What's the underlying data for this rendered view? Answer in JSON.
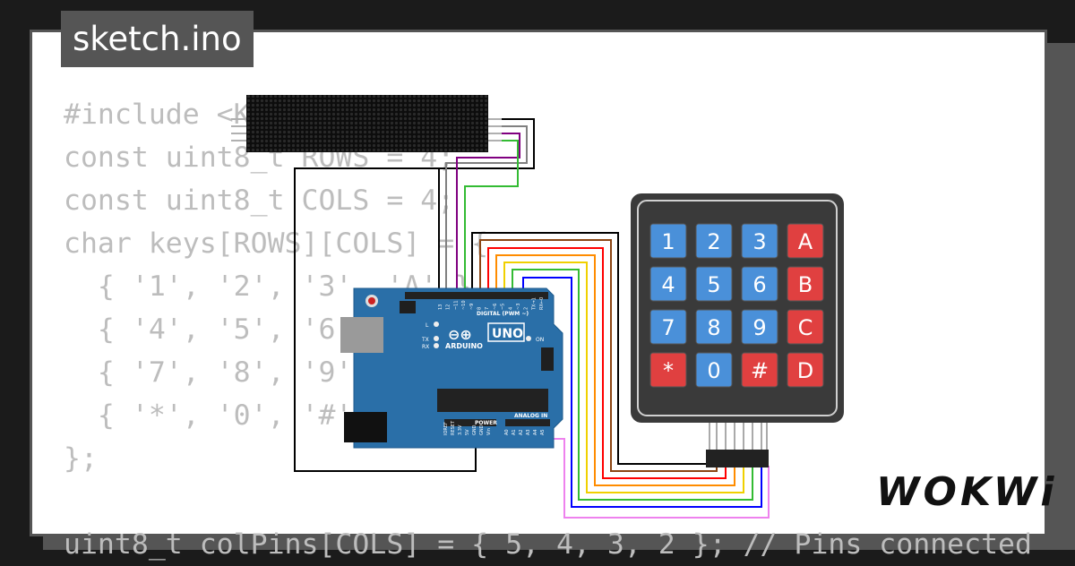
{
  "title": "sketch.ino",
  "code_lines": [
    "#include <Keypad.h>",
    "const uint8_t ROWS = 4;",
    "const uint8_t COLS = 4;",
    "char keys[ROWS][COLS] = {",
    "  { '1', '2', '3', 'A' },",
    "  { '4', '5', '6', 'B' },",
    "  { '7', '8', '9', 'C' },",
    "  { '*', '0', '#', 'D' }",
    "};",
    "",
    "uint8_t colPins[COLS] = { 5, 4, 3, 2 }; // Pins connected"
  ],
  "arduino": {
    "brand": "ARDUINO",
    "model": "UNO",
    "labels": {
      "digital": "DIGITAL (PWM ~)",
      "analog": "ANALOG IN",
      "power": "POWER",
      "on": "ON",
      "tx": "TX",
      "rx": "RX",
      "l": "L",
      "aref": "AREF",
      "gnd": "GND"
    },
    "digital_pins": [
      "13",
      "12",
      "~11",
      "~10",
      "~9",
      "8",
      "7",
      "~6",
      "~5",
      "4",
      "~3",
      "2",
      "TX→1",
      "RX←0"
    ],
    "power_pins": [
      "IOREF",
      "RESET",
      "3.3V",
      "5V",
      "GND",
      "GND",
      "Vin"
    ],
    "analog_pins": [
      "A0",
      "A1",
      "A2",
      "A3",
      "A4",
      "A5"
    ]
  },
  "keypad": {
    "keys": [
      [
        "1",
        "2",
        "3",
        "A"
      ],
      [
        "4",
        "5",
        "6",
        "B"
      ],
      [
        "7",
        "8",
        "9",
        "C"
      ],
      [
        "*",
        "0",
        "#",
        "D"
      ]
    ]
  },
  "logo": "WOKWi",
  "colors": {
    "background": "#1b1b1b",
    "frame": "#555555",
    "card": "#ffffff",
    "code_text": "#bdbdbd",
    "arduino_board": "#2a6fa8",
    "keypad_body": "#3a3a3a",
    "key_blue": "#4a90d9",
    "key_red": "#e04040",
    "led_matrix": "#111111"
  },
  "wire_colors": [
    "#000000",
    "#808080",
    "#800080",
    "#33bb33",
    "#000000",
    "#8b4513",
    "#ff0000",
    "#ff8c00",
    "#f0d000",
    "#33bb33",
    "#0000ff",
    "#ee82ee"
  ]
}
